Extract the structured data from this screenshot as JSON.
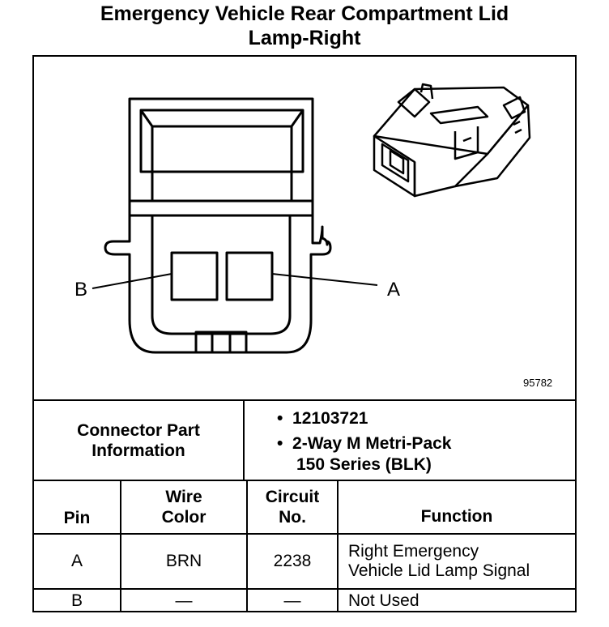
{
  "title": {
    "line1": "Emergency Vehicle Rear Compartment Lid",
    "line2": "Lamp-Right"
  },
  "diagram": {
    "figure_number": "95782",
    "pin_labels": {
      "left": "B",
      "right": "A"
    }
  },
  "connector_info": {
    "label_line1": "Connector Part",
    "label_line2": "Information",
    "bullet1": "12103721",
    "bullet2_line1": "2-Way M Metri-Pack",
    "bullet2_line2": "150 Series (BLK)"
  },
  "table": {
    "headers": {
      "pin": "Pin",
      "wire_line1": "Wire",
      "wire_line2": "Color",
      "circuit_line1": "Circuit",
      "circuit_line2": "No.",
      "function": "Function"
    },
    "rows": [
      {
        "pin": "A",
        "wire": "BRN",
        "circuit": "2238",
        "function_line1": "Right Emergency",
        "function_line2": "Vehicle Lid Lamp Signal"
      },
      {
        "pin": "B",
        "wire": "—",
        "circuit": "—",
        "function_line1": "Not Used",
        "function_line2": ""
      }
    ]
  }
}
